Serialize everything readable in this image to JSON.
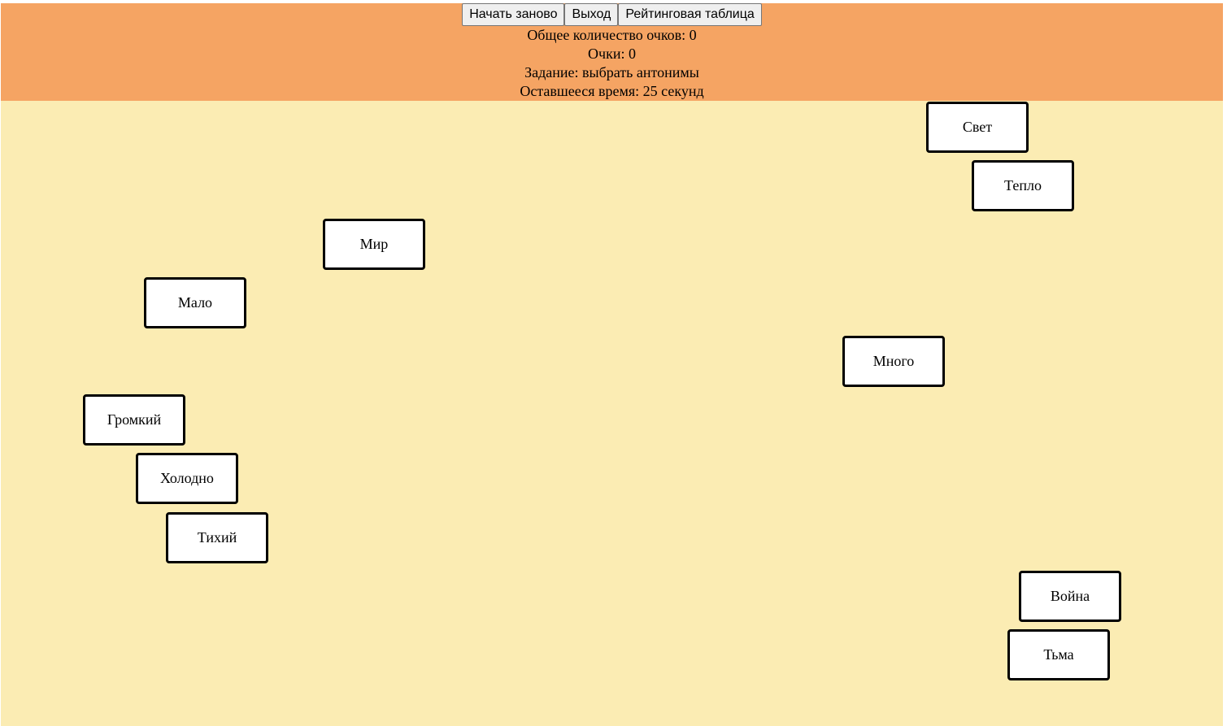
{
  "header": {
    "buttons": {
      "restart": "Начать заново",
      "exit": "Выход",
      "leaderboard": "Рейтинговая таблица"
    },
    "total_score": "Общее количество очков: 0",
    "score": "Очки: 0",
    "task": "Задание: выбрать антонимы",
    "time_left": "Оставшееся время: 25 секунд"
  },
  "colors": {
    "header_bg": "#f5a463",
    "field_bg": "#fbecb3",
    "card_bg": "#ffffff",
    "card_border": "#000000"
  },
  "cards": [
    {
      "word": "Свет"
    },
    {
      "word": "Тепло"
    },
    {
      "word": "Мир"
    },
    {
      "word": "Мало"
    },
    {
      "word": "Много"
    },
    {
      "word": "Громкий"
    },
    {
      "word": "Холодно"
    },
    {
      "word": "Тихий"
    },
    {
      "word": "Война"
    },
    {
      "word": "Тьма"
    }
  ]
}
